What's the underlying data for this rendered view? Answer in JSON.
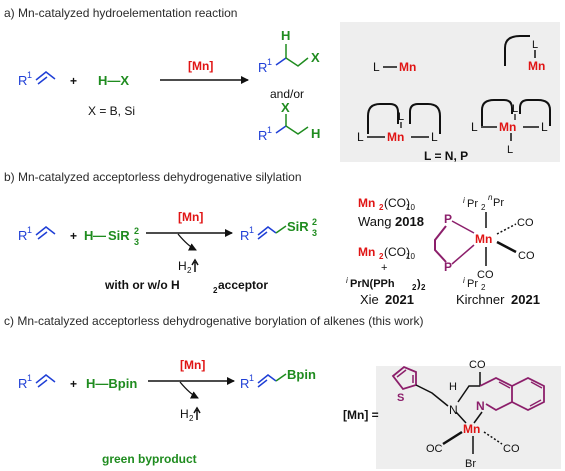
{
  "colors": {
    "substrate": "#1f3fd6",
    "reagent": "#1f8c1f",
    "catalyst": "#e01414",
    "ligand": "#8c1f6b",
    "panel": "#eeeeee"
  },
  "section_a": {
    "title": "a) Mn-catalyzed hydroelementation reaction",
    "r1": "R",
    "one": "1",
    "plus": "+",
    "hx": "H—X",
    "cat": "[Mn]",
    "x_eq": "X = B, Si",
    "andor": "and/or",
    "h": "H",
    "x": "X",
    "l": "L",
    "mn": "Mn",
    "l_eq": "L = N, P"
  },
  "section_b": {
    "title": "b) Mn-catalyzed acceptorless dehydrogenative silylation",
    "r1": "R",
    "one": "1",
    "plus": "+",
    "h": "H",
    "dash": "—",
    "si": "SiR",
    "two": "2",
    "three": "3",
    "cat": "[Mn]",
    "h2": "H",
    "note_a": "with or w/o H",
    "note_b": " acceptor",
    "mn": "Mn",
    "co10": "(CO)",
    "ten": "10",
    "wang": "Wang",
    "wang_year": "2018",
    "i": "i",
    "prn": "PrN(PPh",
    "close": ")",
    "xie": "Xie",
    "xie_year": "2021",
    "p": "P",
    "pr": "Pr",
    "n": "n",
    "co": "CO",
    "kirchner": "Kirchner",
    "kirchner_year": "2021"
  },
  "section_c": {
    "title": "c) Mn-catalyzed acceptorless dehydrogenative borylation of alkenes (this work)",
    "r1": "R",
    "one": "1",
    "plus": "+",
    "hbpin": "H—Bpin",
    "cat": "[Mn]",
    "h2": "H",
    "two": "2",
    "bpin": "Bpin",
    "byproduct": "green byproduct",
    "mn_eq": "[Mn] =",
    "s": "S",
    "h": "H",
    "nlabel": "N",
    "mn": "Mn",
    "co": "CO",
    "oc": "OC",
    "br": "Br"
  }
}
